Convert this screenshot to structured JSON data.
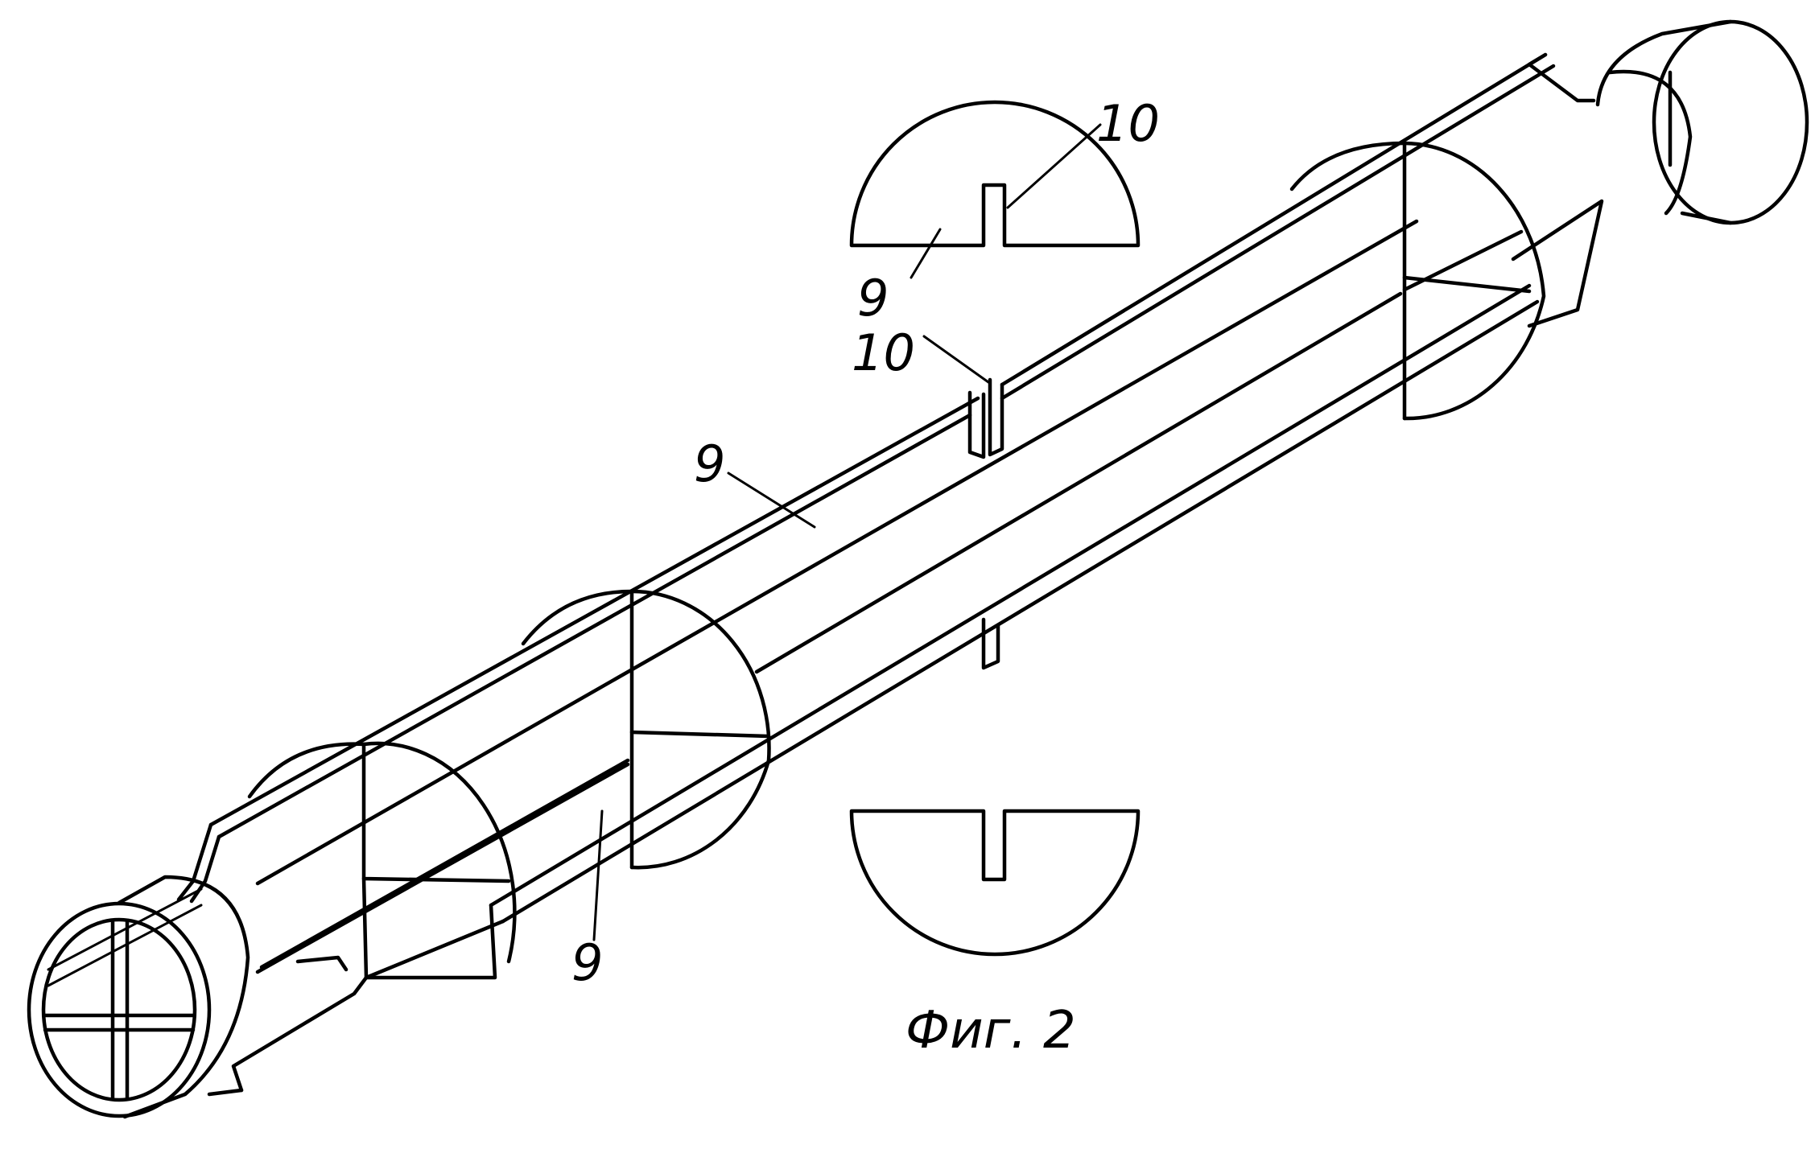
{
  "figure": {
    "caption": "Фиг. 2",
    "labels": {
      "upper_section_part": "9",
      "upper_section_slot": "10",
      "beam_slot": "10",
      "upper_plate": "9",
      "lower_plate": "9"
    }
  }
}
